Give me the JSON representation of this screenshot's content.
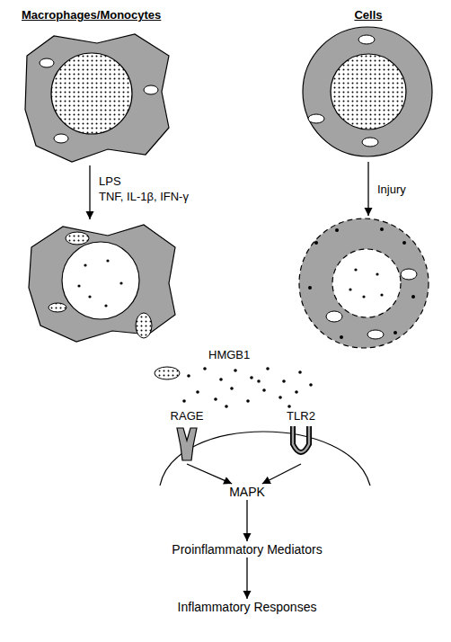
{
  "diagram": {
    "nodes": [
      {
        "text": [
          "Macrophages/Monocytes"
        ]
      },
      {
        "text": [
          "Cells"
        ]
      },
      {
        "text": [
          "RAGE"
        ]
      },
      {
        "text": [
          "TLR2"
        ]
      },
      {
        "text": [
          "MAPK"
        ]
      },
      {
        "text": [
          "Proinflammatory Mediators"
        ]
      },
      {
        "text": [
          "Inflammatory Responses"
        ]
      }
    ],
    "edges": [
      {
        "from": 2,
        "to": 4,
        "arrow": "to"
      },
      {
        "from": 3,
        "to": 4,
        "arrow": "to"
      },
      {
        "from": 4,
        "to": 5,
        "arrow": "to"
      },
      {
        "from": 5,
        "to": 6,
        "arrow": "to"
      }
    ],
    "labels": [
      "LPS",
      "TNF, IL-1β, IFN-γ",
      "Injury",
      "HMGB1"
    ]
  }
}
